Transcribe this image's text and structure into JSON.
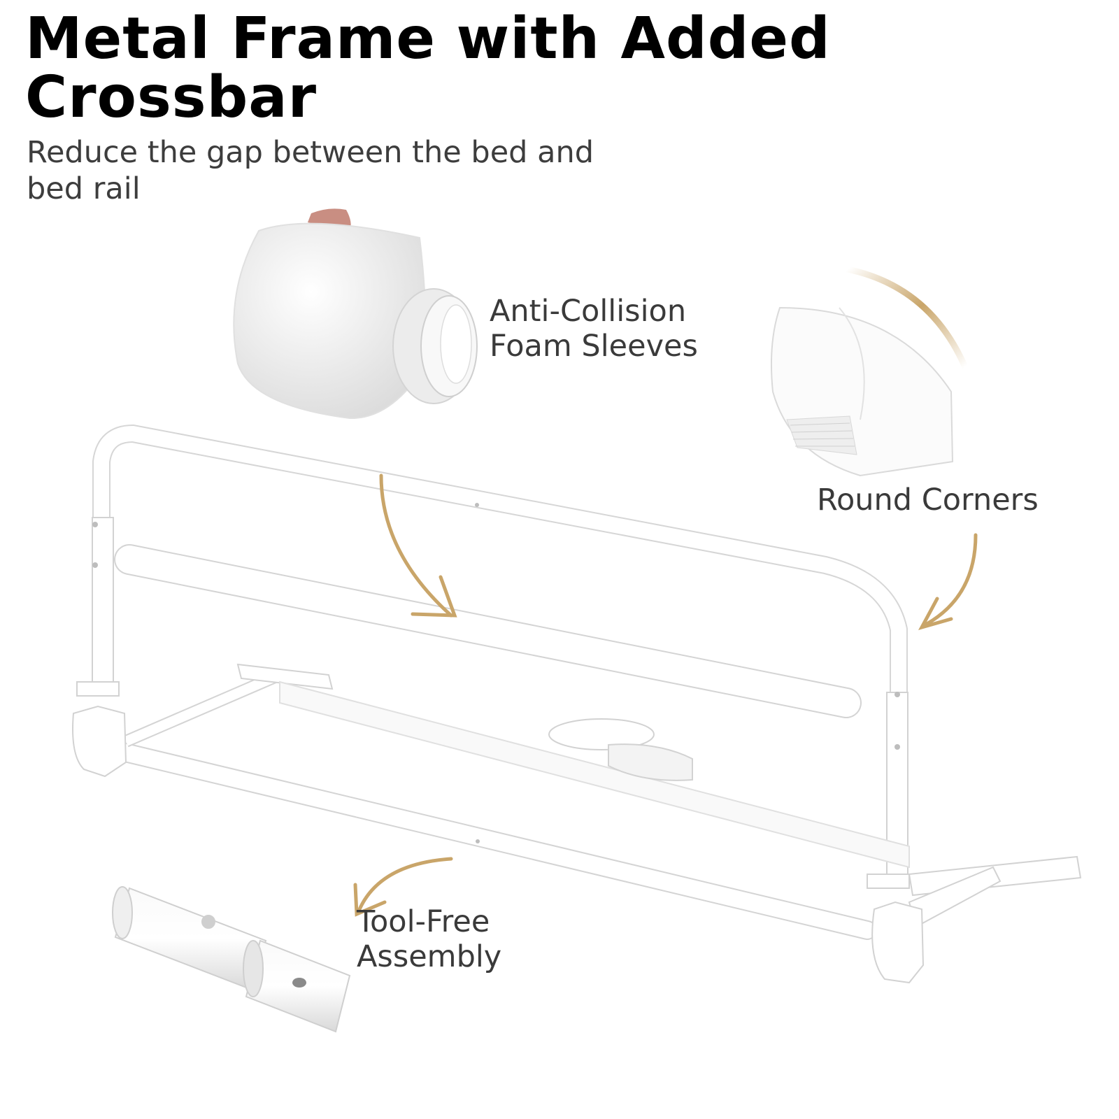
{
  "header": {
    "title": "Metal Frame with Added Crossbar",
    "subtitle": "Reduce the gap between the bed and bed rail"
  },
  "features": {
    "foam_sleeves": "Anti-Collision Foam Sleeves",
    "round_corners": "Round Corners",
    "tool_free": "Tool-Free Assembly"
  },
  "colors": {
    "accent": "#c9a569",
    "frame": "#ffffff",
    "outline": "#d2d2d2"
  },
  "icons": {
    "arrows": "curved-arrow-icon"
  }
}
